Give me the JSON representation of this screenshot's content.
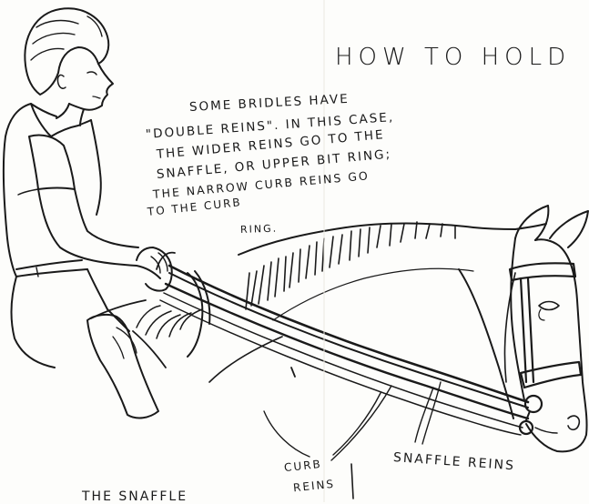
{
  "title": "HOW TO HOLD",
  "note": {
    "line1": "SOME BRIDLES HAVE",
    "line2": "\"DOUBLE REINS\". IN THIS CASE,",
    "line3": "THE WIDER REINS GO TO THE",
    "line4": "SNAFFLE, OR UPPER BIT RING;",
    "line5": "THE NARROW CURB REINS GO",
    "line6": "TO THE CURB",
    "line7": "RING."
  },
  "labels": {
    "curb_line1": "CURB",
    "curb_line2": "REINS",
    "snaffle": "SNAFFLE REINS"
  },
  "bottom_text": "THE SNAFFLE"
}
